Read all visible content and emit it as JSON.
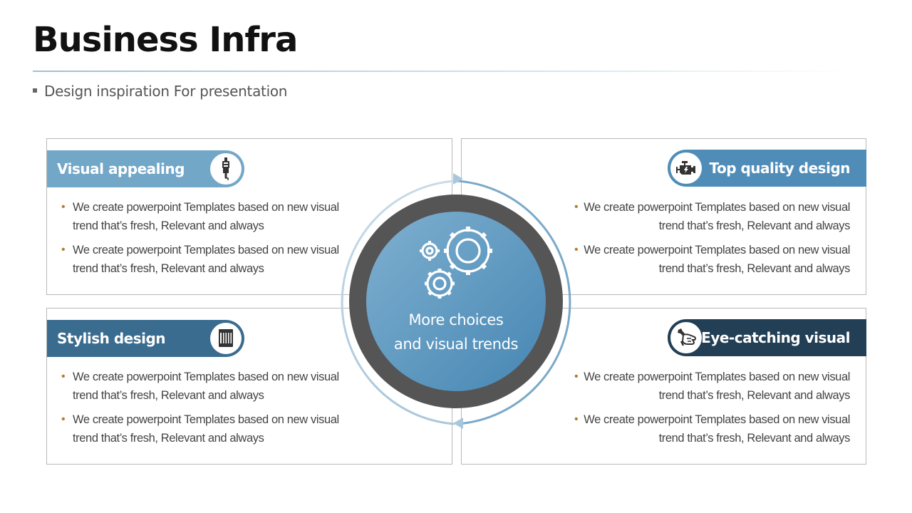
{
  "header": {
    "title": "Business Infra",
    "subtitle": "Design inspiration For presentation"
  },
  "panels": [
    {
      "label": "Visual appealing",
      "icon": "spark-plug-icon",
      "color": "#73a7c8",
      "bullets": [
        "We create powerpoint Templates based on new visual trend that’s fresh, Relevant and always",
        "We create powerpoint Templates based on new visual trend that’s fresh, Relevant and always"
      ]
    },
    {
      "label": "Top quality design",
      "icon": "engine-icon",
      "color": "#4f8db8",
      "bullets": [
        "We create powerpoint Templates based on new visual trend that’s fresh, Relevant and always",
        "We create powerpoint Templates based on new visual trend that’s fresh, Relevant and always"
      ]
    },
    {
      "label": "Stylish design",
      "icon": "air-filter-icon",
      "color": "#3a6c8f",
      "bullets": [
        "We create powerpoint Templates based on new visual trend that’s fresh, Relevant and always",
        "We create powerpoint Templates based on new visual trend that’s fresh, Relevant and always"
      ]
    },
    {
      "label": "Eye-catching visual",
      "icon": "wrench-hand-icon",
      "color": "#223f55",
      "bullets": [
        "We create powerpoint Templates based on new visual trend that’s fresh, Relevant and always",
        "We create powerpoint Templates based on new visual trend that’s fresh, Relevant and always"
      ]
    }
  ],
  "center": {
    "line1": "More choices",
    "line2": "and visual trends",
    "icon": "gears-icon"
  },
  "colors": {
    "bullet": "#b57c2c",
    "ring_dark": "#555555",
    "ring_light": "#a9c7dc"
  }
}
